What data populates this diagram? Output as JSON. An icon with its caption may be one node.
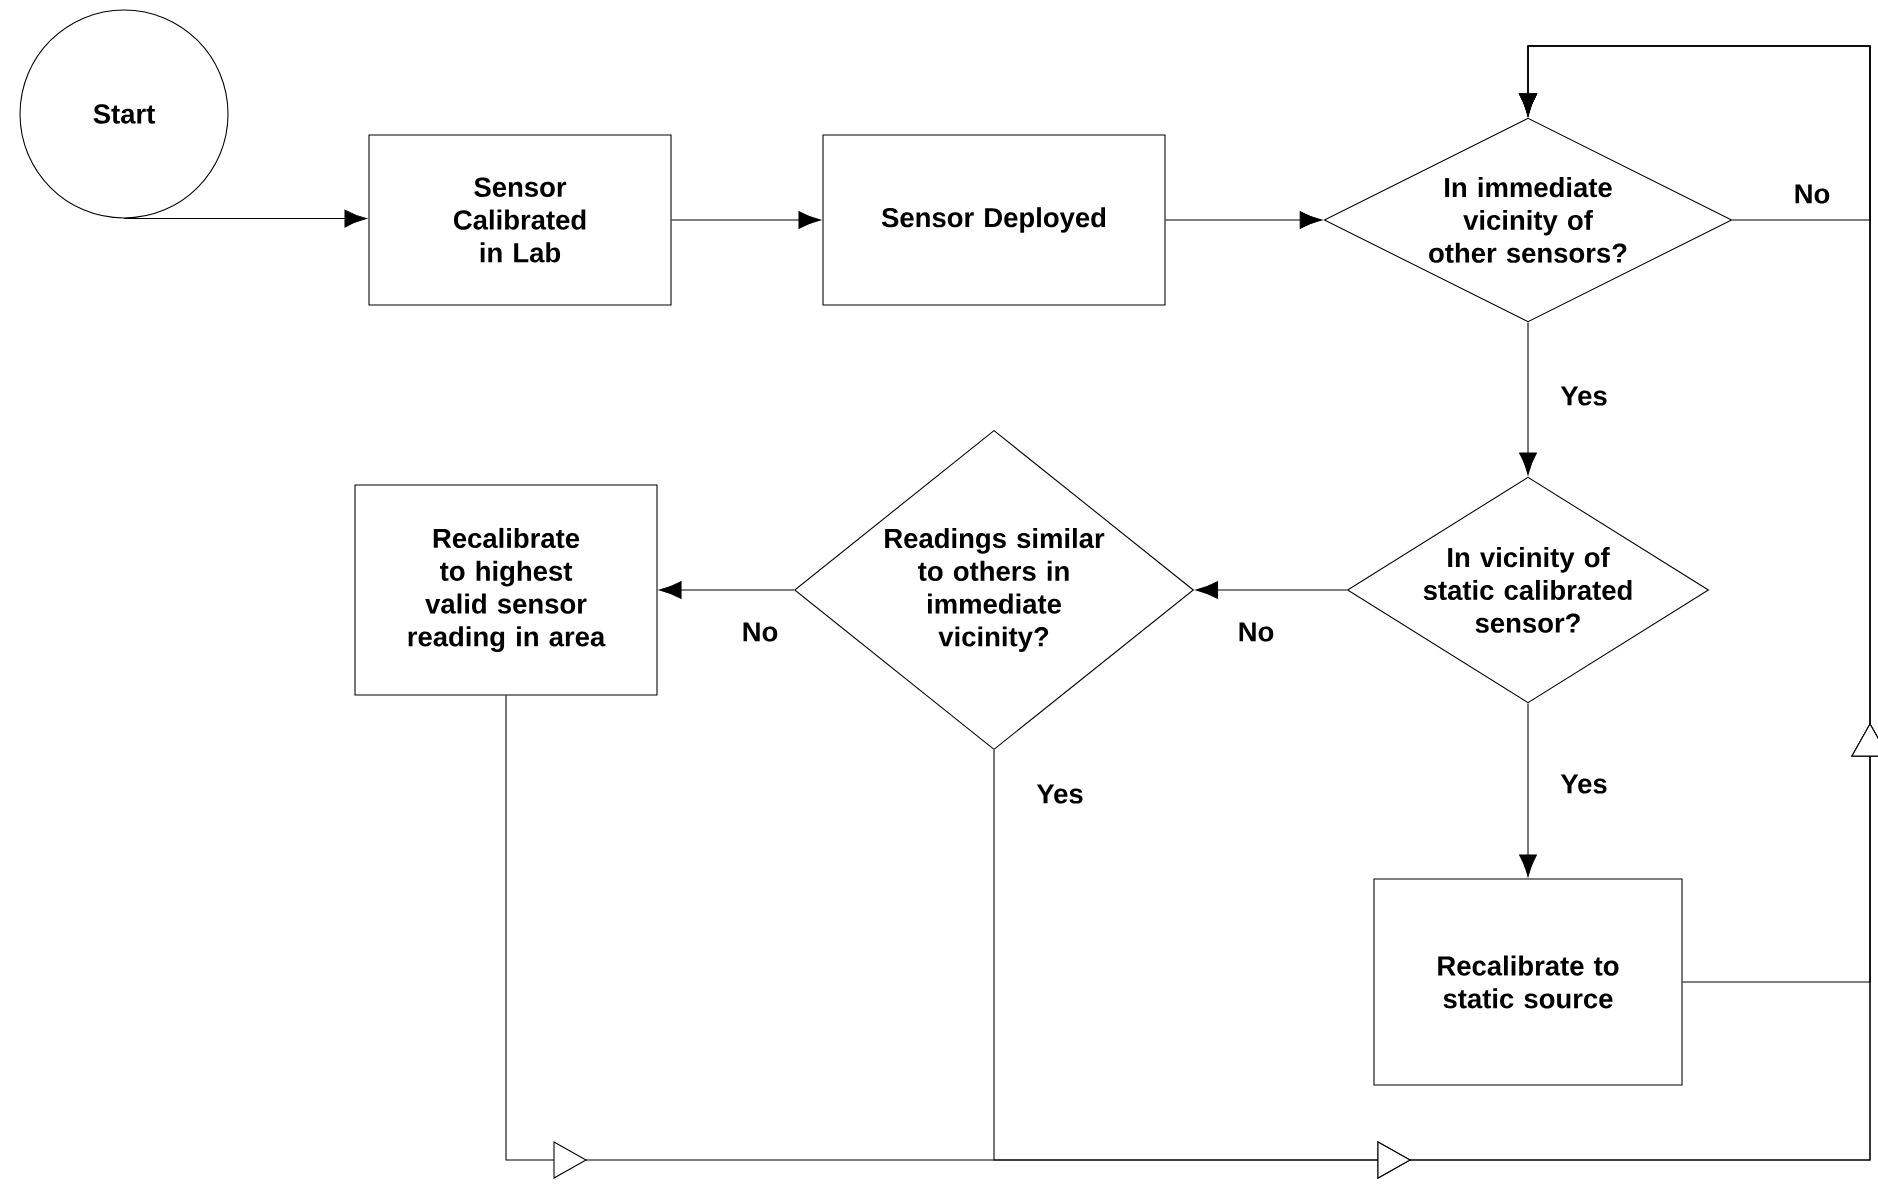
{
  "diagram": {
    "nodes": [
      {
        "text": [
          "Start"
        ]
      },
      {
        "text": [
          "Sensor Calibrated in Lab"
        ]
      },
      {
        "text": [
          "Sensor Deployed"
        ]
      },
      {
        "text": [
          "In immediate vicinity of other sensors?"
        ]
      },
      {
        "text": [
          "In vicinity of static calibrated sensor?"
        ]
      },
      {
        "text": [
          "Readings similar to others in immediate vicinity?"
        ]
      },
      {
        "text": [
          "Recalibrate to highest valid sensor reading in area"
        ]
      },
      {
        "text": [
          "Recalibrate to static source"
        ]
      }
    ],
    "edges": [
      {
        "from": 0,
        "to": 1,
        "arrow": "to"
      },
      {
        "from": 1,
        "to": 2,
        "arrow": "to"
      },
      {
        "from": 2,
        "to": 3,
        "arrow": "to"
      },
      {
        "from": 3,
        "to": 4,
        "arrow": "to",
        "label": "Yes"
      },
      {
        "from": 4,
        "to": 5,
        "arrow": "to",
        "label": "No"
      },
      {
        "from": 5,
        "to": 6,
        "arrow": "to",
        "label": "No"
      },
      {
        "from": 4,
        "to": 7,
        "arrow": "to",
        "label": "Yes"
      },
      {
        "from": 3,
        "to": 3,
        "arrow": "to",
        "label": "No"
      },
      {
        "from": 7,
        "to": 3,
        "arrow": "to"
      },
      {
        "from": 6,
        "to": 3,
        "arrow": "to"
      },
      {
        "from": 5,
        "to": 3,
        "arrow": "to",
        "label": "Yes"
      }
    ]
  }
}
